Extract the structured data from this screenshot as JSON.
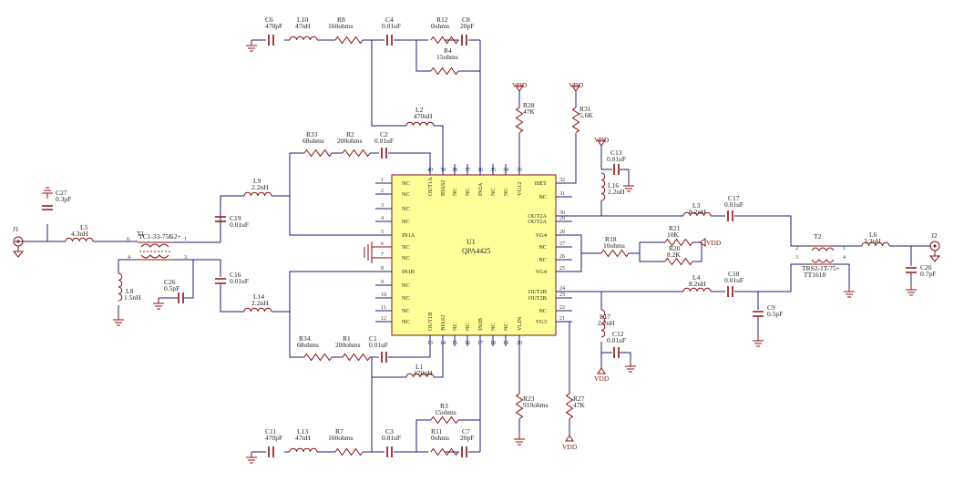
{
  "title": "",
  "colors": {
    "wire": "#1d1d7a",
    "component": "#8b1010",
    "chip_fill": "#ffff99",
    "background": "#ffffff"
  },
  "chip": {
    "ref": "U1",
    "part": "QPA4425",
    "pins": [
      {
        "num": "1",
        "name": "NC"
      },
      {
        "num": "2",
        "name": "NC"
      },
      {
        "num": "3",
        "name": "NC"
      },
      {
        "num": "4",
        "name": "NC"
      },
      {
        "num": "5",
        "name": "IN1A"
      },
      {
        "num": "6",
        "name": "NC"
      },
      {
        "num": "7",
        "name": "NC"
      },
      {
        "num": "8",
        "name": "IN1B"
      },
      {
        "num": "9",
        "name": "NC"
      },
      {
        "num": "10",
        "name": "NC"
      },
      {
        "num": "11",
        "name": "NC"
      },
      {
        "num": "12",
        "name": "NC"
      },
      {
        "num": "13",
        "name": "OUT1B"
      },
      {
        "num": "14",
        "name": "BIAS2"
      },
      {
        "num": "15",
        "name": "NC"
      },
      {
        "num": "16",
        "name": "NC"
      },
      {
        "num": "17",
        "name": "IN2B"
      },
      {
        "num": "18",
        "name": "NC"
      },
      {
        "num": "19",
        "name": "NC"
      },
      {
        "num": "20",
        "name": "VLIN"
      },
      {
        "num": "21",
        "name": "VG3"
      },
      {
        "num": "22",
        "name": "NC"
      },
      {
        "num": "23",
        "name": "OUT2B"
      },
      {
        "num": "24",
        "name": "OUT2B"
      },
      {
        "num": "25",
        "name": "VG4"
      },
      {
        "num": "26",
        "name": "NC"
      },
      {
        "num": "27",
        "name": "NC"
      },
      {
        "num": "28",
        "name": "VG4"
      },
      {
        "num": "29",
        "name": "OUT2A"
      },
      {
        "num": "30",
        "name": "OUT2A"
      },
      {
        "num": "31",
        "name": "NC"
      },
      {
        "num": "32",
        "name": "ISET"
      },
      {
        "num": "33",
        "name": "VG12"
      },
      {
        "num": "34",
        "name": "NC"
      },
      {
        "num": "35",
        "name": "NC"
      },
      {
        "num": "36",
        "name": "IN2A"
      },
      {
        "num": "37",
        "name": "NC"
      },
      {
        "num": "38",
        "name": "NC"
      },
      {
        "num": "39",
        "name": "BIAS2"
      },
      {
        "num": "40",
        "name": "OUT1A"
      }
    ]
  },
  "components": {
    "C6": {
      "ref": "C6",
      "value": "470pF"
    },
    "L10": {
      "ref": "L10",
      "value": "47nH"
    },
    "R8": {
      "ref": "R8",
      "value": "160ohms"
    },
    "C4": {
      "ref": "C4",
      "value": "0.01uF"
    },
    "R12": {
      "ref": "R12",
      "value": "0ohms"
    },
    "C8": {
      "ref": "C8",
      "value": "20pF"
    },
    "R4": {
      "ref": "R4",
      "value": "15ohms"
    },
    "L2": {
      "ref": "L2",
      "value": "470nH"
    },
    "R33": {
      "ref": "R33",
      "value": "68ohms"
    },
    "R2": {
      "ref": "R2",
      "value": "200ohms"
    },
    "C2": {
      "ref": "C2",
      "value": "0.01uF"
    },
    "L9": {
      "ref": "L9",
      "value": "2.2nH"
    },
    "C19": {
      "ref": "C19",
      "value": "0.01uF"
    },
    "C27": {
      "ref": "C27",
      "value": "0.3pF"
    },
    "L5": {
      "ref": "L5",
      "value": "4.3nH"
    },
    "T1": {
      "ref": "T1",
      "value": "TC1-33-75G2+"
    },
    "L8": {
      "ref": "L8",
      "value": "1.5nH"
    },
    "C26": {
      "ref": "C26",
      "value": "0.5pF"
    },
    "C16": {
      "ref": "C16",
      "value": "0.01uF"
    },
    "L14": {
      "ref": "L14",
      "value": "2.2nH"
    },
    "R34": {
      "ref": "R34",
      "value": "68ohms"
    },
    "R1": {
      "ref": "R1",
      "value": "200ohms"
    },
    "C1": {
      "ref": "C1",
      "value": "0.01uF"
    },
    "L1": {
      "ref": "L1",
      "value": "470nH"
    },
    "R3": {
      "ref": "R3",
      "value": "15ohms"
    },
    "C11": {
      "ref": "C11",
      "value": "470pF"
    },
    "L13": {
      "ref": "L13",
      "value": "47nH"
    },
    "R7": {
      "ref": "R7",
      "value": "160ohms"
    },
    "C3": {
      "ref": "C3",
      "value": "0.01uF"
    },
    "R11": {
      "ref": "R11",
      "value": "0ohms"
    },
    "C7": {
      "ref": "C7",
      "value": "20pF"
    },
    "R23": {
      "ref": "R23",
      "value": "910ohms"
    },
    "R27": {
      "ref": "R27",
      "value": "47K"
    },
    "R28": {
      "ref": "R28",
      "value": "47K"
    },
    "R31": {
      "ref": "R31",
      "value": "5.6K"
    },
    "C13": {
      "ref": "C13",
      "value": "0.01uF"
    },
    "L16": {
      "ref": "L16",
      "value": "2.2nH"
    },
    "L3": {
      "ref": "L3",
      "value": "8.2nH"
    },
    "C17": {
      "ref": "C17",
      "value": "0.01uF"
    },
    "R18": {
      "ref": "R18",
      "value": "10ohms"
    },
    "R21": {
      "ref": "R21",
      "value": "10K"
    },
    "R20": {
      "ref": "R20",
      "value": "8.2K"
    },
    "L4": {
      "ref": "L4",
      "value": "8.2nH"
    },
    "C18": {
      "ref": "C18",
      "value": "0.01uF"
    },
    "C9": {
      "ref": "C9",
      "value": "0.5pF"
    },
    "L17": {
      "ref": "L17",
      "value": "2.2nH"
    },
    "C12": {
      "ref": "C12",
      "value": "0.01uF"
    },
    "T2": {
      "ref": "T2",
      "value": "TT1618"
    },
    "L6": {
      "ref": "L6",
      "value": "3.3nH"
    },
    "C20": {
      "ref": "C20",
      "value": "0.7pF"
    }
  },
  "t2_part_label": "TRS2-1T-75+",
  "connectors": {
    "J1": "J1",
    "J2": "J2"
  },
  "t1_pins": {
    "p6": "6",
    "p5": "5",
    "p1": "1",
    "p4": "4",
    "p3": "3"
  },
  "t2_pins": {
    "p2": "2",
    "p1": "1",
    "p3": "3",
    "p4": "4"
  },
  "power_label": "VDD"
}
